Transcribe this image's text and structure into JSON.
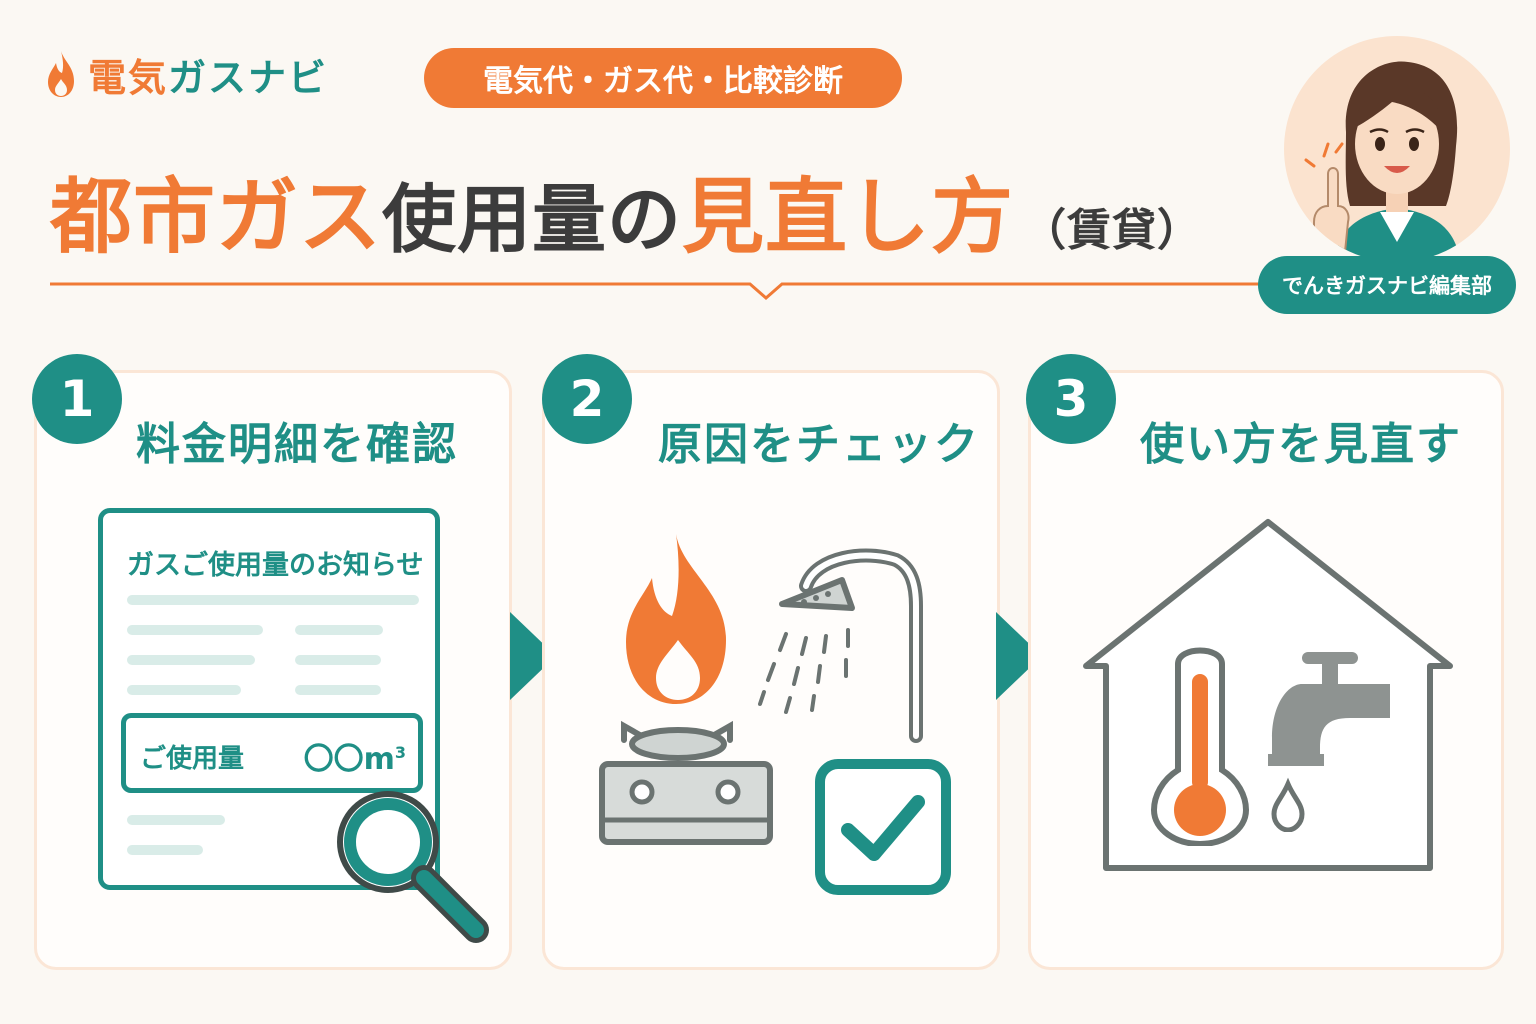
{
  "header": {
    "logo_text_orange": "電気",
    "logo_text_teal": "ガスナビ",
    "tagline": "電気代・ガス代・比較診断",
    "title_part1": "都市ガス",
    "title_part2": "使用量の",
    "title_part3": "見直し方",
    "title_part4": "（賃貸）",
    "author": "でんきガスナビ編集部"
  },
  "steps": [
    {
      "number": "1",
      "title": "料金明細を確認"
    },
    {
      "number": "2",
      "title": "原因をチェック"
    },
    {
      "number": "3",
      "title": "使い方を見直す"
    }
  ],
  "bill": {
    "title": "ガスご使用量のお知らせ",
    "usage_label": "ご使用量",
    "usage_value": "〇〇m",
    "usage_unit_sup": "3"
  },
  "colors": {
    "accent_orange": "#f07a35",
    "accent_teal": "#1f8f86",
    "text_dark": "#3c3c3c",
    "icon_gray": "#8e9391"
  },
  "icons": [
    "flame-icon",
    "search-icon",
    "gas-stove-icon",
    "shower-icon",
    "checkbox-icon",
    "house-icon",
    "thermometer-icon",
    "faucet-icon",
    "water-drop-icon"
  ]
}
